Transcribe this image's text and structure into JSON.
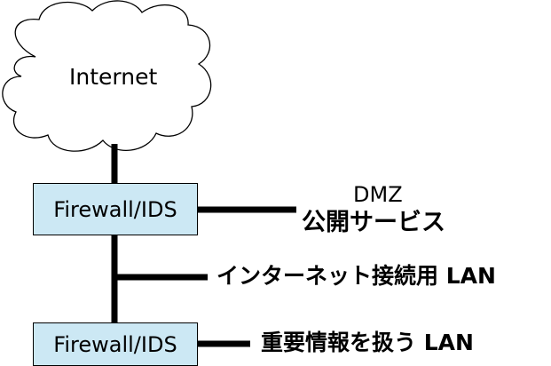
{
  "cloud": {
    "label": "Internet"
  },
  "firewalls": [
    {
      "label": "Firewall/IDS"
    },
    {
      "label": "Firewall/IDS"
    }
  ],
  "segments": {
    "dmz_title": "DMZ",
    "dmz_subtitle": "公開サービス",
    "internet_lan": "インターネット接続用 LAN",
    "internal_lan": "重要情報を扱う LAN"
  },
  "colors": {
    "box_fill": "#cce8f4",
    "line": "#000000"
  }
}
